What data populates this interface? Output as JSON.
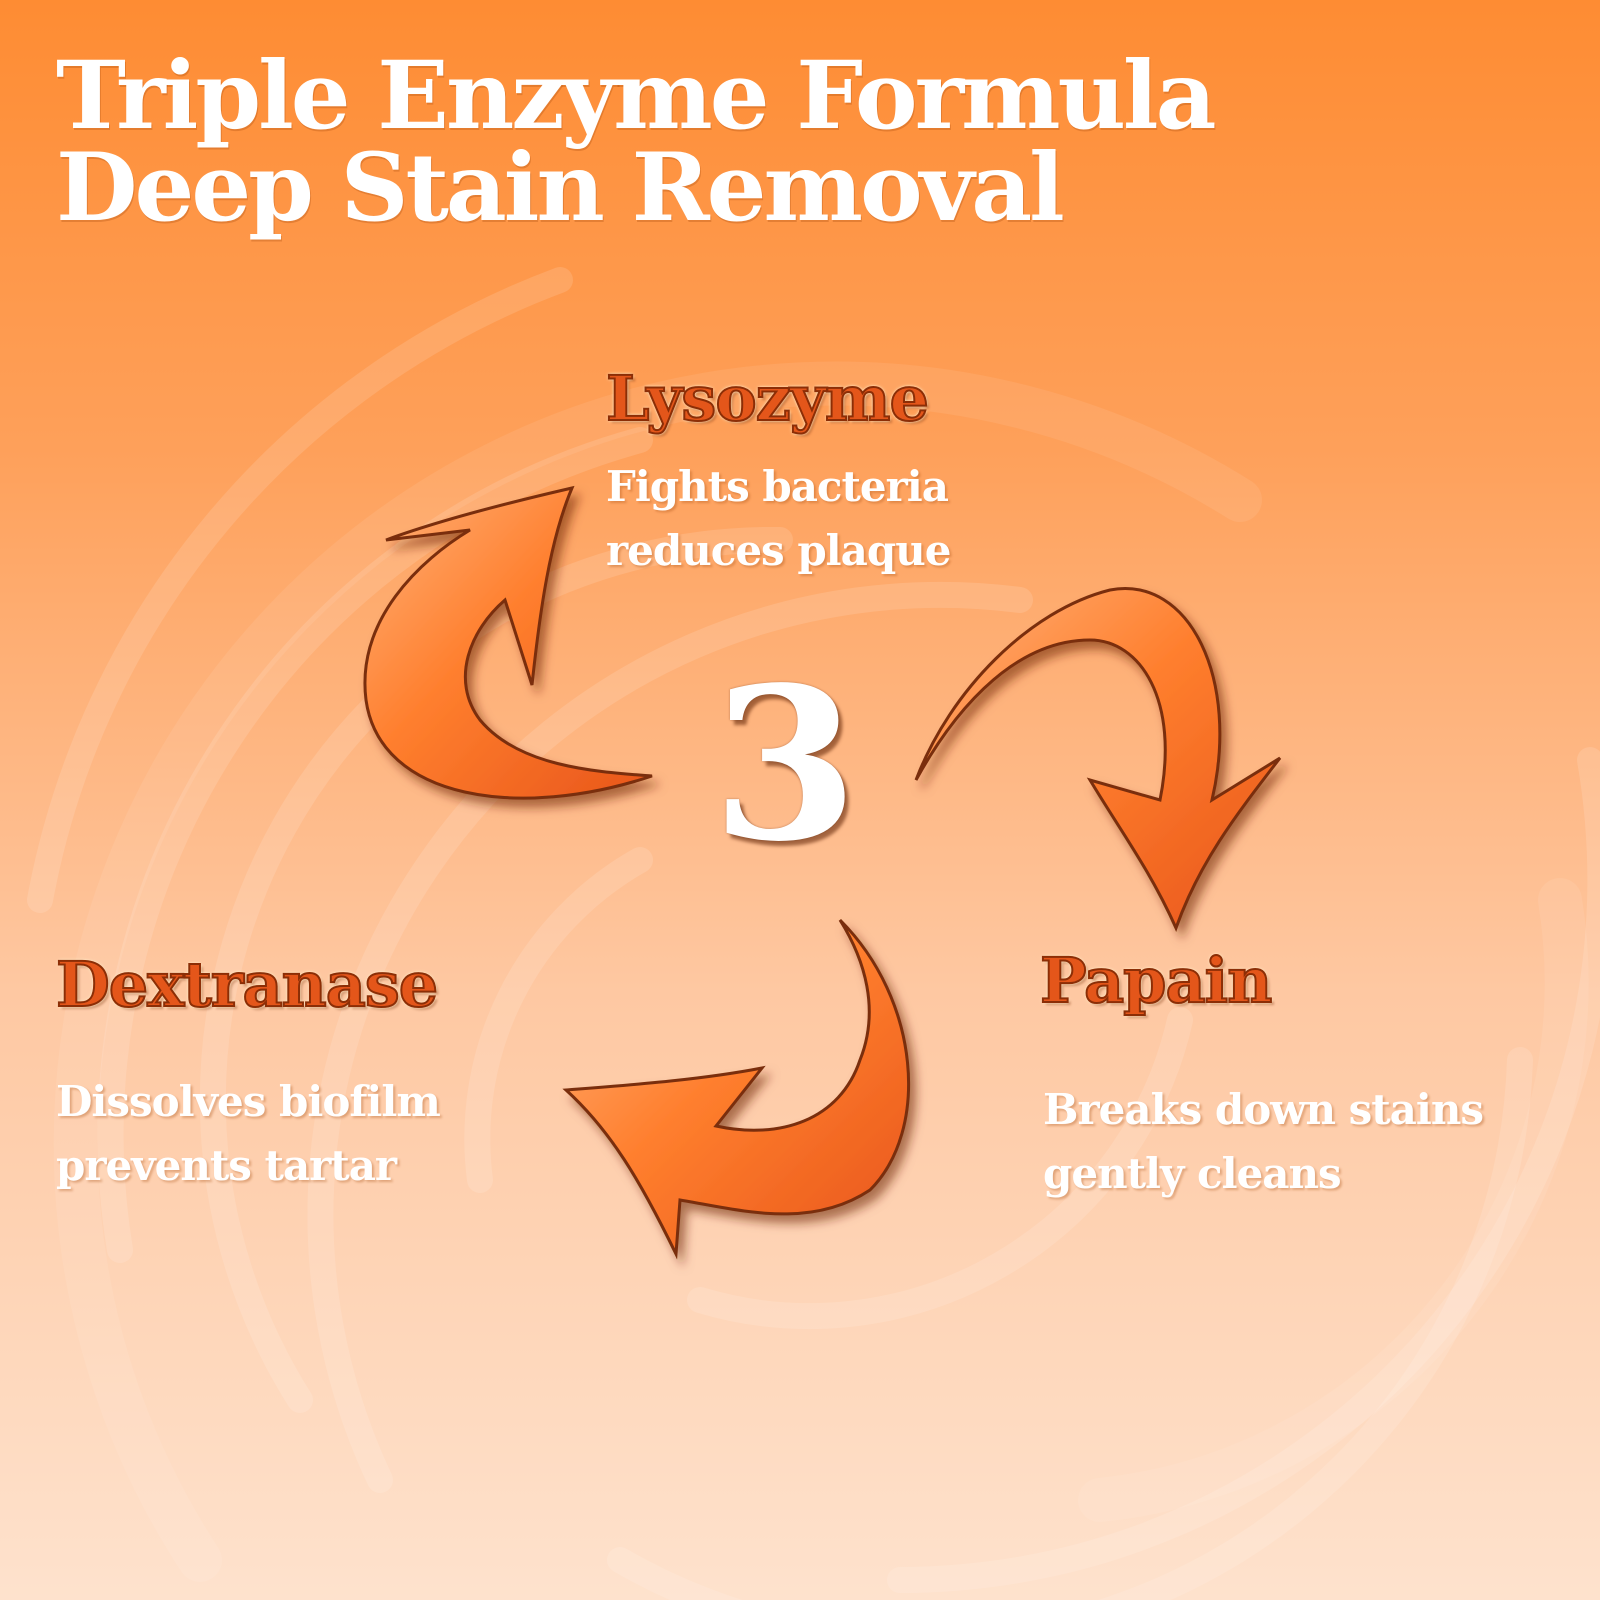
{
  "headline": {
    "line1": "Triple Enzyme Formula",
    "line2": "Deep Stain Removal"
  },
  "center_number": "3",
  "enzymes": [
    {
      "name": "Lysozyme",
      "desc_line1": "Fights bacteria",
      "desc_line2": "reduces plaque"
    },
    {
      "name": "Papain",
      "desc_line1": "Breaks down stains",
      "desc_line2": "gently cleans"
    },
    {
      "name": "Dextranase",
      "desc_line1": "Dissolves biofilm",
      "desc_line2": "prevents tartar"
    }
  ],
  "colors": {
    "background_top": "#fe8c33",
    "background_bottom": "#fee2cd",
    "enzyme_name": "#e4561a",
    "arrow_light": "#ff9a4f",
    "arrow_dark": "#7a2e0a",
    "text": "#ffffff"
  },
  "icons": [
    "curved-arrow-icon",
    "curved-arrow-icon",
    "curved-arrow-icon"
  ]
}
